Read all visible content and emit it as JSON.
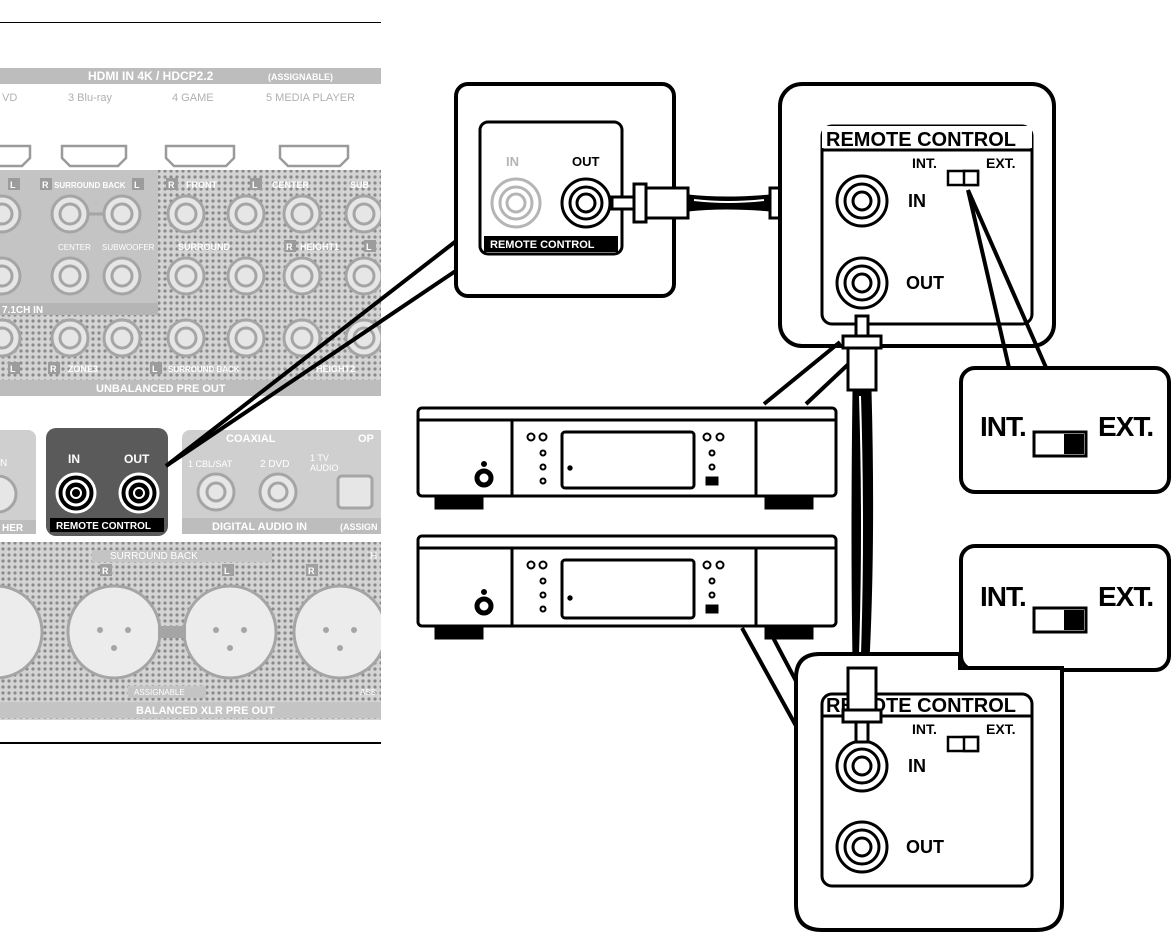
{
  "colors": {
    "ink": "#000000",
    "panel_fill": "#c8c8c8",
    "panel_mesh": "#9a9a9a",
    "highlight_fill": "#555555",
    "bg": "#ffffff"
  },
  "rear_panel": {
    "hdmi_header": "HDMI IN  4K / HDCP2.2",
    "hdmi_assignable": "(ASSIGNABLE)",
    "hdmi_inputs": [
      "VD",
      "3 Blu-ray",
      "4 GAME",
      "5 MEDIA PLAYER"
    ],
    "row1_labels": [
      "L",
      "R",
      "SURROUND BACK",
      "L",
      "R",
      "FRONT",
      "L",
      "CENTER",
      "SUB"
    ],
    "row2_labels": [
      "CENTER",
      "SUBWOOFER",
      "SURROUND",
      "R",
      "HEIGHT1",
      "L"
    ],
    "row2_section": "7.1CH IN",
    "row3_labels": [
      "L",
      "R",
      "ZONE3",
      "L",
      "SURROUND BACK",
      "HEIGHT2"
    ],
    "unbalanced_label": "UNBALANCED PRE OUT",
    "partial_label_left": "N",
    "partial_label_left2": "HER",
    "remote_in": "IN",
    "remote_out": "OUT",
    "remote_label": "REMOTE CONTROL",
    "coaxial_label": "COAXIAL",
    "optical_partial": "OP",
    "coax_inputs": [
      "1 CBL/SAT",
      "2 DVD",
      "1 TV",
      "AUDIO"
    ],
    "digital_audio_label": "DIGITAL AUDIO IN",
    "digital_assign": "(ASSIGN",
    "xlr_surround_back": "SURROUND BACK",
    "xlr_r": "R",
    "xlr_l": "L",
    "xlr_r2": "R",
    "xlr_h": "H",
    "assignable": "ASSIGNABLE",
    "assignable2": "ASS",
    "balanced_label": "BALANCED XLR PRE OUT"
  },
  "zoom_receiver": {
    "in": "IN",
    "out": "OUT",
    "label": "REMOTE CONTROL"
  },
  "device1_panel": {
    "label": "REMOTE CONTROL",
    "int": "INT.",
    "ext": "EXT.",
    "in": "IN",
    "out": "OUT"
  },
  "device2_panel": {
    "label": "REMOTE CONTROL",
    "int": "INT.",
    "ext": "EXT.",
    "in": "IN",
    "out": "OUT"
  },
  "switch_callout_1": {
    "int": "INT.",
    "ext": "EXT."
  },
  "switch_callout_2": {
    "int": "INT.",
    "ext": "EXT."
  }
}
